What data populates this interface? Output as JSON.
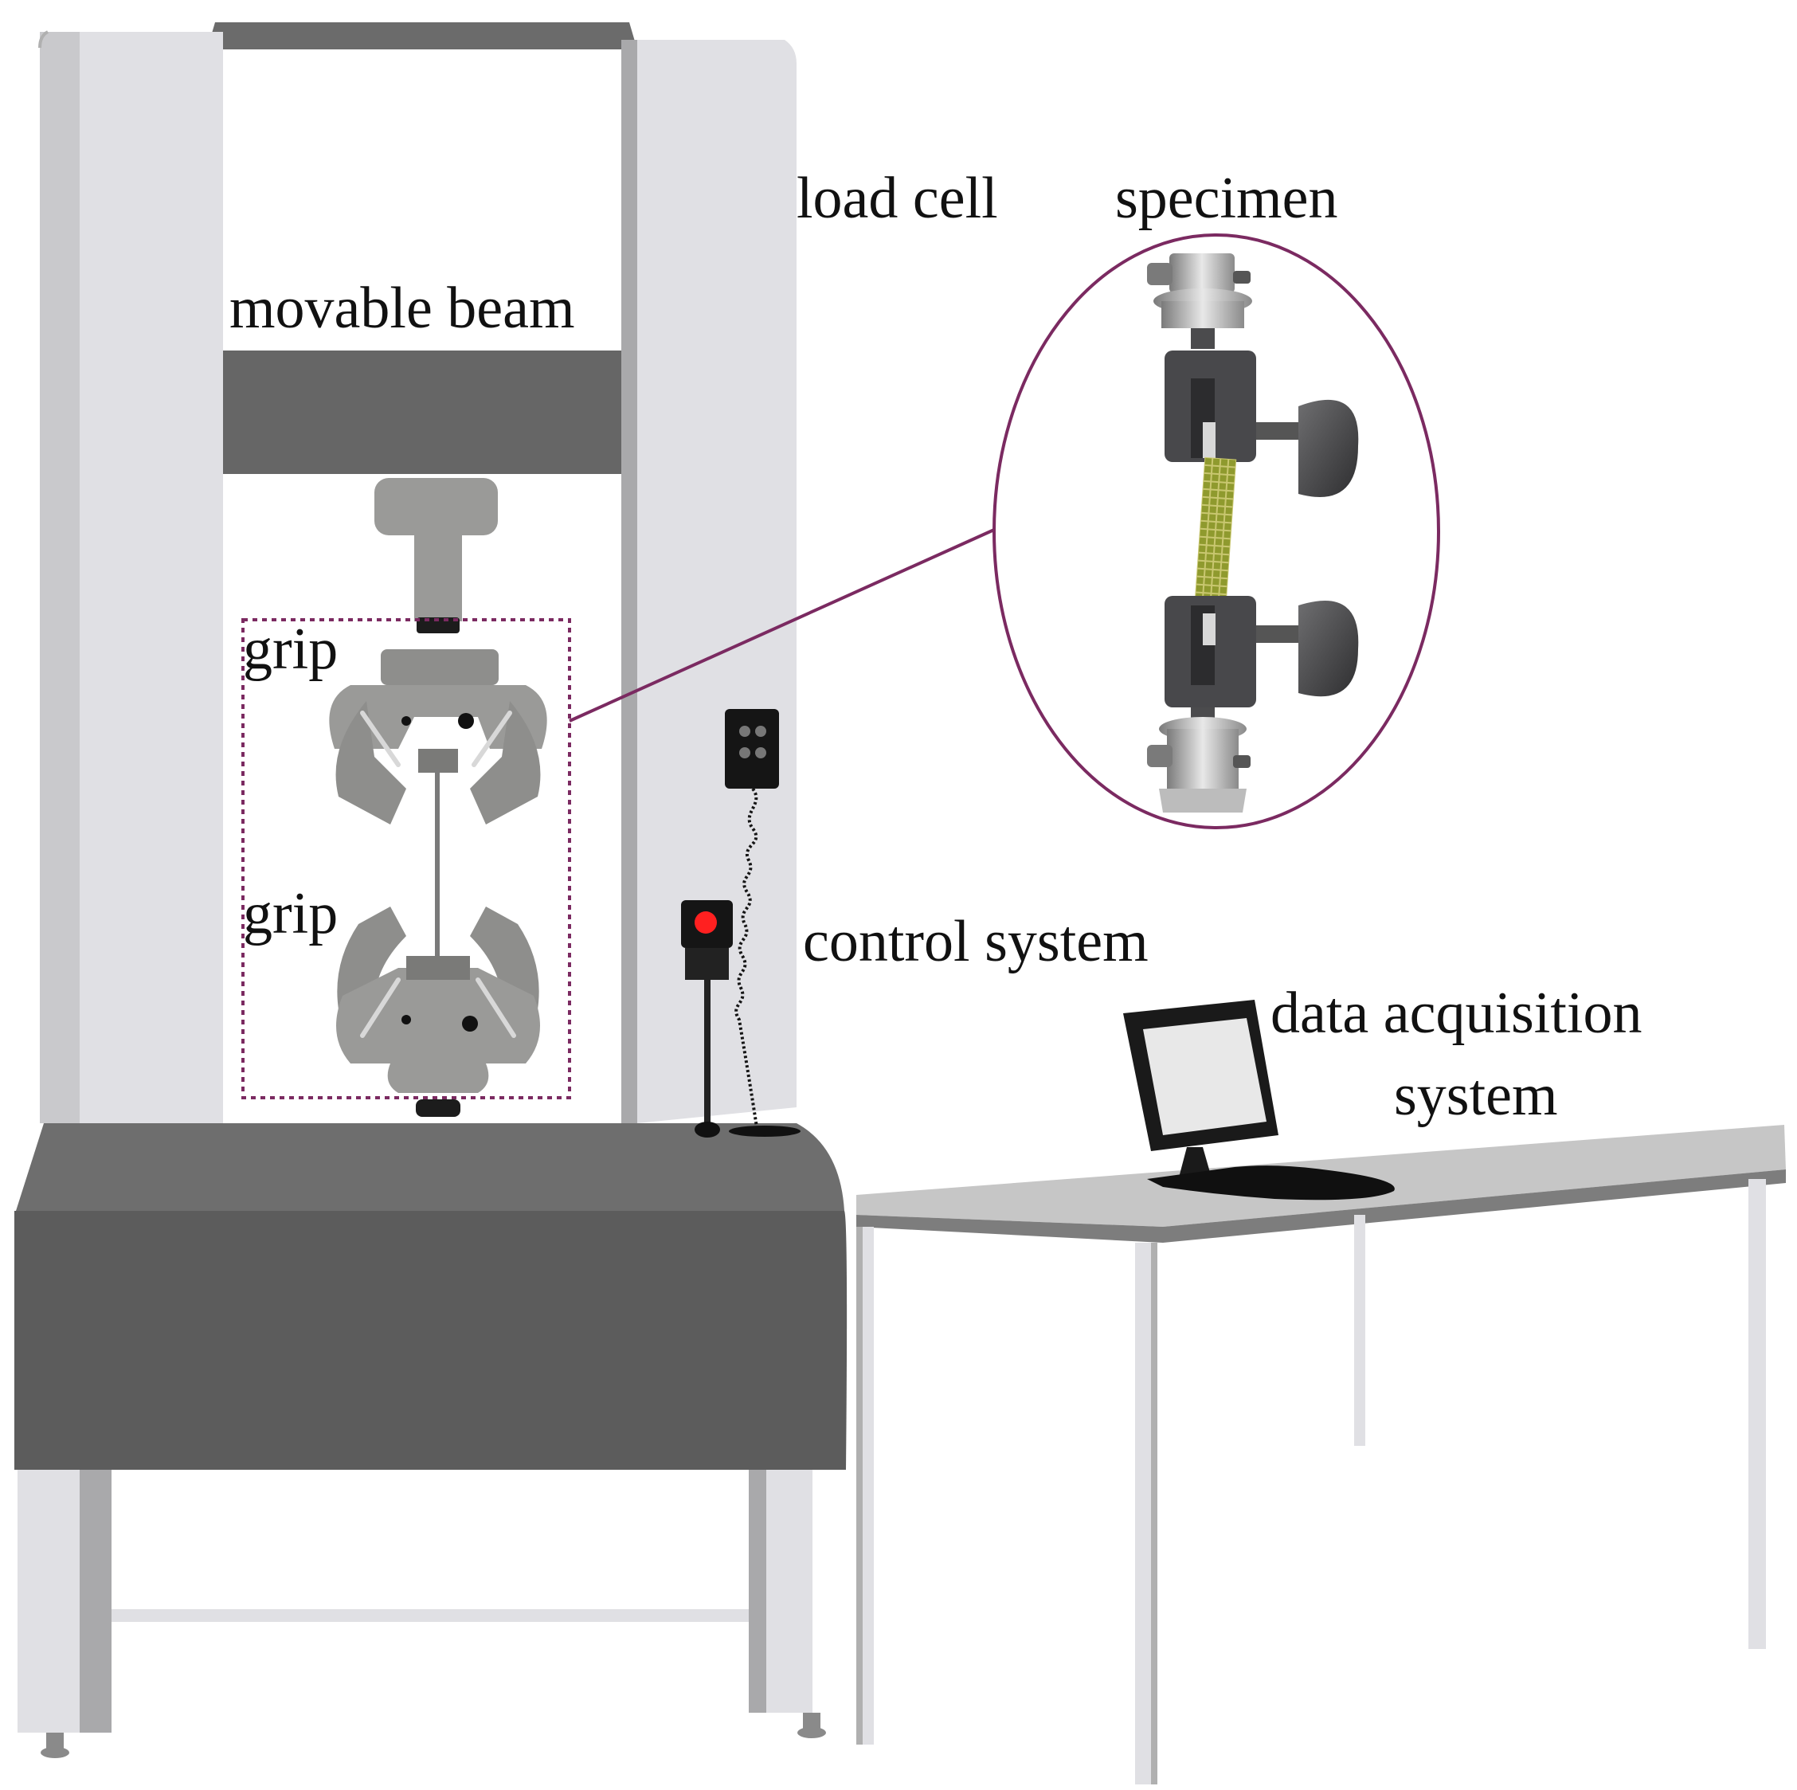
{
  "labels": {
    "load_cell": "load cell",
    "specimen": "specimen",
    "movable_beam": "movable beam",
    "grip_upper": "grip",
    "grip_lower": "grip",
    "control_system": "control system",
    "data_acquisition_line1": "data acquisition",
    "data_acquisition_line2": "system"
  },
  "colors": {
    "frame_light": "#e0e0e4",
    "frame_shadow": "#a9a9ab",
    "beam_dark": "#666666",
    "base_dark": "#5c5c5c",
    "base_top": "#707070",
    "grip_gray": "#9a9a98",
    "callout_purple": "#7b2a61",
    "table_top": "#c6c6c6",
    "table_edge": "#7d7d7d",
    "indicator_red": "#ff2020",
    "specimen_green": "#8a9a2a"
  }
}
